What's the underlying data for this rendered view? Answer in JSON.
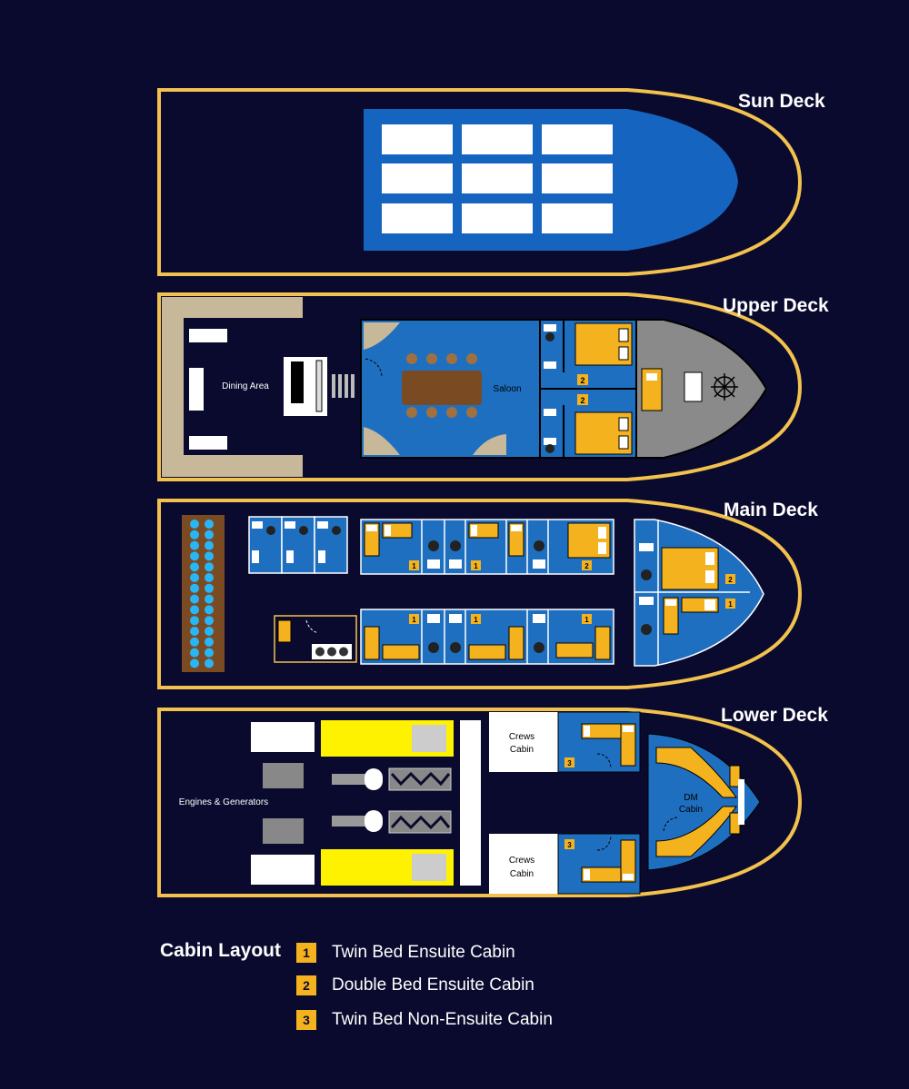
{
  "decks": {
    "sun": {
      "title": "Sun Deck"
    },
    "upper": {
      "title": "Upper Deck",
      "dining_label": "Dining Area",
      "saloon_label": "Saloon"
    },
    "main": {
      "title": "Main Deck"
    },
    "lower": {
      "title": "Lower Deck",
      "engines_label": "Engines & Generators",
      "crews_cabin_line1": "Crews",
      "crews_cabin_line2": "Cabin",
      "dm_cabin_line1": "DM",
      "dm_cabin_line2": "Cabin"
    }
  },
  "legend": {
    "title": "Cabin Layout",
    "items": [
      {
        "number": "1",
        "label": "Twin Bed Ensuite Cabin"
      },
      {
        "number": "2",
        "label": "Double Bed Ensuite Cabin"
      },
      {
        "number": "3",
        "label": "Twin Bed Non-Ensuite Cabin"
      }
    ]
  },
  "colors": {
    "background": "#0a0a2e",
    "hull_outline": "#f2c14e",
    "cabin_blue": "#1f6fc0",
    "bed_yellow": "#f5b21f",
    "engine_yellow": "#fff200",
    "sun_deck_blue": "#1565c0",
    "wood": "#7a4a22",
    "beige": "#c8b89a",
    "wheelhouse_gray": "#8a8a8a"
  }
}
